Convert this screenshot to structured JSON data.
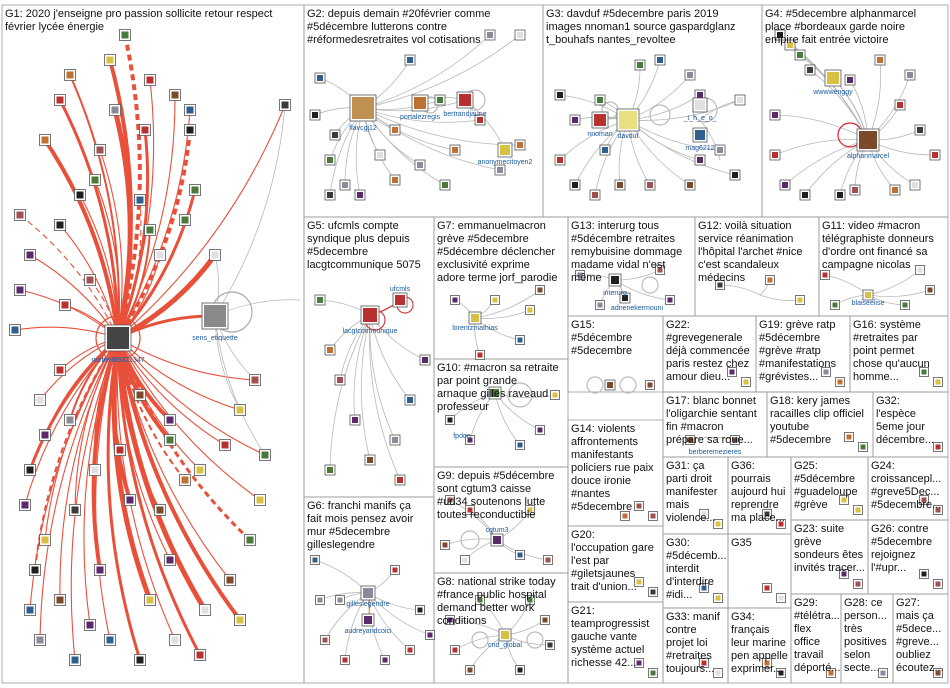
{
  "groups": [
    {
      "id": "G1",
      "lines": [
        "G1: 2020 j'enseigne pro passion sollicite retour respect",
        "février lycée énergie"
      ]
    },
    {
      "id": "G2",
      "lines": [
        "G2: depuis demain #20février comme",
        "#5décembre lutterons contre",
        "#réformedesretraites vol cotisations"
      ]
    },
    {
      "id": "G3",
      "lines": [
        "G3: davduf #5decembre paris 2019",
        "images nnoman1 source gaspardglanz",
        "t_bouhafs nantes_revoltee"
      ]
    },
    {
      "id": "G4",
      "lines": [
        "G4: #5decembre alphanmarcel",
        "place #bordeaux garde noire",
        "empire fait entrée victoire"
      ]
    },
    {
      "id": "G5",
      "lines": [
        "G5: ufcmls compte",
        "syndique plus depuis",
        "#5decembre",
        "lacgtcommunique 5075"
      ]
    },
    {
      "id": "G7",
      "lines": [
        "G7: emmanuelmacron",
        "grève #5decembre",
        "#5décembre déclencher",
        "exclusivité exprime",
        "adore terme jorf_parodie"
      ]
    },
    {
      "id": "G13",
      "lines": [
        "G13: interurg tous",
        "#5décembre retraites",
        "remybuisine dommage",
        "madame vidal n'est",
        "même"
      ]
    },
    {
      "id": "G12",
      "lines": [
        "G12: voilà situation",
        "service réanimation",
        "l'hôpital l'archet #nice",
        "c'est scandaleux",
        "médecins"
      ]
    },
    {
      "id": "G11",
      "lines": [
        "G11: video #macron",
        "télégraphiste donneurs",
        "d'ordre ont financé sa",
        "campagne nicolas"
      ]
    },
    {
      "id": "G15",
      "lines": [
        "G15:",
        "#5décembre",
        "#5decembre"
      ]
    },
    {
      "id": "G22",
      "lines": [
        "G22:",
        "#grevegenerale",
        "déjà commencée",
        "paris restez chez",
        "amour dieu..."
      ]
    },
    {
      "id": "G19",
      "lines": [
        "G19: grève ratp",
        "#5décembre",
        "#grève #ratp",
        "#manifestations",
        "#grévistes..."
      ]
    },
    {
      "id": "G16",
      "lines": [
        "G16: système",
        "#retraites par",
        "point permet",
        "chose qu'aucun",
        "homme..."
      ]
    },
    {
      "id": "G10",
      "lines": [
        "G10: #macron sa retraite",
        "par point grande",
        "arnaque gilles raveaud",
        "professeur"
      ]
    },
    {
      "id": "G17",
      "lines": [
        "G17: blanc bonnet",
        "l'oligarchie sentant",
        "fin #macron",
        "prépare sa roue..."
      ]
    },
    {
      "id": "G18",
      "lines": [
        "G18: kery james",
        "racailles clip officiel",
        "youtube",
        "#5decembre"
      ]
    },
    {
      "id": "G32",
      "lines": [
        "G32:",
        "l'espèce",
        "5eme jour",
        "décembre..."
      ]
    },
    {
      "id": "G14",
      "lines": [
        "G14: violents",
        "affrontements",
        "manifestants",
        "policiers rue paix",
        "douce ironie",
        "#nantes",
        "#5decembre"
      ]
    },
    {
      "id": "G31",
      "lines": [
        "G31: ça",
        "parti droit",
        "manifester",
        "mais",
        "violence..."
      ]
    },
    {
      "id": "G36",
      "lines": [
        "G36:",
        "pourrais",
        "aujourd hui",
        "reprendre",
        "ma place..."
      ]
    },
    {
      "id": "G25",
      "lines": [
        "G25:",
        "#5décembre",
        "#guadeloupe",
        "#grève"
      ]
    },
    {
      "id": "G24",
      "lines": [
        "G24:",
        "croissancepl...",
        "#greve5Dec...",
        "#5decembre..."
      ]
    },
    {
      "id": "G9",
      "lines": [
        "G9: depuis #5décembre",
        "sont cgtum3 caisse",
        "#ud34 soutenons lutte",
        "toutes reconductible"
      ]
    },
    {
      "id": "G6",
      "lines": [
        "G6: franchi manifs ça",
        "fait mois pensez avoir",
        "mur #5decembre",
        "gilleslegendre"
      ]
    },
    {
      "id": "G20",
      "lines": [
        "G20:",
        "l'occupation gare",
        "l'est par",
        "#giletsjaunes",
        "trait d'union..."
      ]
    },
    {
      "id": "G30",
      "lines": [
        "G30:",
        "#5décemb...",
        "interdit",
        "d'interdire",
        "#idi..."
      ]
    },
    {
      "id": "G35",
      "lines": [
        "G35"
      ]
    },
    {
      "id": "G23",
      "lines": [
        "G23: suite",
        "grève",
        "sondeurs êtes",
        "invités tracer..."
      ]
    },
    {
      "id": "G26",
      "lines": [
        "G26: contre",
        "#5decembre",
        "rejoignez",
        "l'#upr..."
      ]
    },
    {
      "id": "G8",
      "lines": [
        "G8: national strike today",
        "#france public hospital",
        "demand better work",
        "conditions"
      ]
    },
    {
      "id": "G21",
      "lines": [
        "G21:",
        "teamprogressist",
        "gauche vante",
        "système actuel",
        "richesse 42..."
      ]
    },
    {
      "id": "G33",
      "lines": [
        "G33: manif",
        "contre",
        "projet loi",
        "#retraites",
        "toujours..."
      ]
    },
    {
      "id": "G34",
      "lines": [
        "G34:",
        "français",
        "leur marine",
        "pen appelle",
        "exprimer..."
      ]
    },
    {
      "id": "G29",
      "lines": [
        "G29:",
        "#télétra...",
        "flex",
        "office",
        "travail",
        "déporté..."
      ]
    },
    {
      "id": "G28",
      "lines": [
        "G28: ce",
        "person...",
        "très",
        "positives",
        "selon",
        "secte..."
      ]
    },
    {
      "id": "G27",
      "lines": [
        "G27:",
        "mais ça",
        "#5dece...",
        "#greve...",
        "oubliez",
        "écoutez..."
      ]
    }
  ],
  "users": [
    {
      "name": "norbert69321347"
    },
    {
      "name": "sens_etiquette"
    },
    {
      "name": "flavcgj12"
    },
    {
      "name": "portalezregis"
    },
    {
      "name": "bertrandjaune"
    },
    {
      "name": "anonymecitoyen2"
    },
    {
      "name": "nnoman"
    },
    {
      "name": "davduf"
    },
    {
      "name": "_t_h_e_o_"
    },
    {
      "name": "mag6212"
    },
    {
      "name": "wwwwenggy"
    },
    {
      "name": "alphanmarcel"
    },
    {
      "name": "ufcmls"
    },
    {
      "name": "lacgtcommunique"
    },
    {
      "name": "lorentzmathias"
    },
    {
      "name": "interurg"
    },
    {
      "name": "adnenekermouni"
    },
    {
      "name": "blaiseelise"
    },
    {
      "name": "berberemezieres"
    },
    {
      "name": "fpdoo"
    },
    {
      "name": "cgtum3"
    },
    {
      "name": "gilleslegendre"
    },
    {
      "name": "audreyandcoici"
    },
    {
      "name": "cnd_global"
    }
  ],
  "colors": {
    "hub_edge": "#e8503a",
    "edge": "#b8b8b8",
    "grid": "#9a9a9a",
    "label": "#1a5aa0"
  }
}
